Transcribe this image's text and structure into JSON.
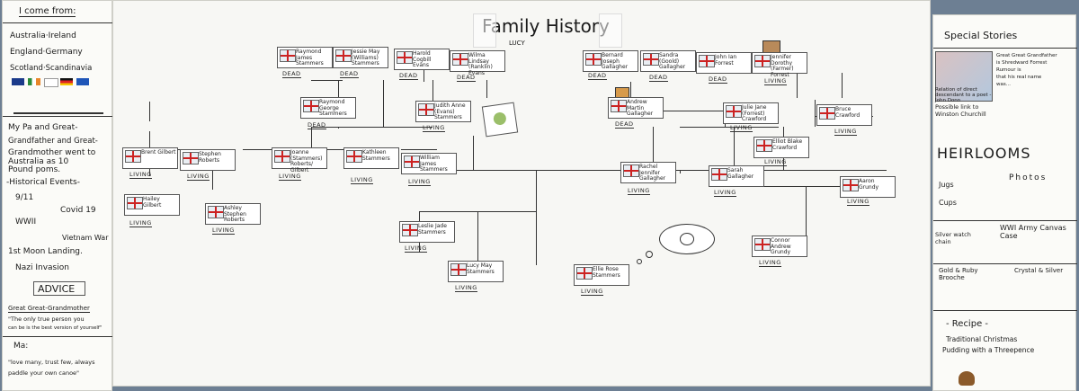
{
  "left": {
    "heading": "I come from:",
    "countries": [
      "Australia·Ireland",
      "England·Germany",
      "Scotland·Scandinavia"
    ],
    "story": [
      "My Pa and Great-",
      "Grandfather and Great-",
      "Grandmother went to",
      "Australia as 10",
      "Pound poms."
    ],
    "events_heading": "-Historical Events-",
    "events": [
      "9/11",
      "Covid 19",
      "WWII",
      "Vietnam War",
      "1st Moon Landing.",
      "Nazi Invasion"
    ],
    "advice_heading": "ADVICE",
    "advice_1_author": "Great Great-Grandmother",
    "advice_1_quote": [
      "\"The only true person you",
      "can be is the best version of yourself\""
    ],
    "advice_2_author": "Ma:",
    "advice_2_quote": [
      "\"love many, trust few, always",
      "paddle your own canoe\""
    ]
  },
  "title": "Family History",
  "subtitle": "LUCY",
  "people": [
    {
      "name": "Raymond James Stammers",
      "status": "DEAD"
    },
    {
      "name": "Jessie May (Williams) Stammers",
      "status": "DEAD"
    },
    {
      "name": "Harold Cogbill Evans",
      "status": "DEAD"
    },
    {
      "name": "Wilma Lindsay (Ranklin) Evans",
      "status": "DEAD"
    },
    {
      "name": "Bernard Joseph Gallagher",
      "status": "DEAD"
    },
    {
      "name": "Sandra (Goold) Gallagher",
      "status": "DEAD"
    },
    {
      "name": "John Ian Forrest",
      "status": "DEAD"
    },
    {
      "name": "Jennifer Dorothy (Farmer) Forrest",
      "status": "LIVING"
    },
    {
      "name": "Raymond George Stammers",
      "status": "DEAD"
    },
    {
      "name": "Judith Anne (Evans) Stammers",
      "status": "LIVING"
    },
    {
      "name": "Andrew Martin Gallagher",
      "status": "DEAD"
    },
    {
      "name": "Julie Jane (Forrest) Crawford",
      "status": "LIVING"
    },
    {
      "name": "Bruce Crawford",
      "status": "LIVING"
    },
    {
      "name": "Elliot Blake Crawford",
      "status": "LIVING"
    },
    {
      "name": "Brent Gilbert",
      "status": "LIVING"
    },
    {
      "name": "Stephen Roberts",
      "status": "LIVING"
    },
    {
      "name": "Joanne (Stammers) Roberts/ Gilbert",
      "status": "LIVING"
    },
    {
      "name": "Kathleen Stammers",
      "status": "LIVING"
    },
    {
      "name": "William James Stammers",
      "status": "LIVING"
    },
    {
      "name": "Rachel Jennifer Gallagher",
      "status": "LIVING"
    },
    {
      "name": "Sarah Gallagher",
      "status": "LIVING"
    },
    {
      "name": "Aaron Grundy",
      "status": "LIVING"
    },
    {
      "name": "Hailey Gilbert",
      "status": "LIVING"
    },
    {
      "name": "Ashley Stephen Roberts",
      "status": "LIVING"
    },
    {
      "name": "Leslie Jade Stammers",
      "status": "LIVING"
    },
    {
      "name": "Connor Andrew Grundy",
      "status": "LIVING"
    },
    {
      "name": "Lucy May Stammers",
      "status": "LIVING"
    },
    {
      "name": "Ellie Rose Stammers",
      "status": "LIVING"
    }
  ],
  "right": {
    "heading": "Special Stories",
    "story_1": [
      "Great Great Grandfather",
      "is Shredward Forrest",
      "Rumour is",
      "that his real name",
      "was..."
    ],
    "relation_1": "Relation of direct descendant to a poet - John Donn",
    "relation_2": "Possible link to Winston Churchill",
    "heirlooms_heading": "HEIRLOOMS",
    "items": [
      "Jugs",
      "Cups",
      "Photos",
      "Silver watch chain",
      "WWI Army Canvas Case",
      "Gold & Ruby Brooche",
      "Crystal & Silver"
    ],
    "recipe_heading": "- Recipe -",
    "recipe": [
      "Traditional Christmas",
      "Pudding with a Threepence"
    ]
  },
  "colors": {
    "flag_red": "#c22222",
    "paper": "#fbfbf8",
    "wall": "#6d7f93"
  }
}
